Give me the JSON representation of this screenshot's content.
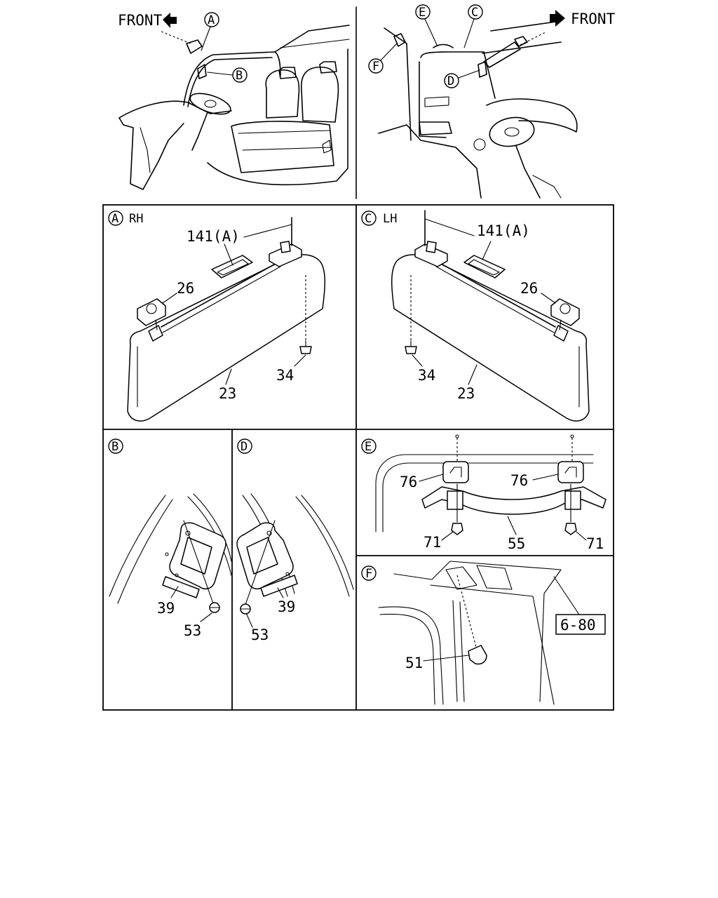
{
  "top_left": {
    "front_label": "FRONT",
    "callouts": [
      "A",
      "B"
    ]
  },
  "top_right": {
    "front_label": "FRONT",
    "callouts": [
      "E",
      "C",
      "F",
      "D"
    ]
  },
  "panel_a": {
    "letter": "A",
    "side": "RH",
    "parts": {
      "cover": "141(A)",
      "clip": "26",
      "screw": "34",
      "visor": "23"
    }
  },
  "panel_c": {
    "letter": "C",
    "side": "LH",
    "parts": {
      "cover": "141(A)",
      "clip": "26",
      "screw": "34",
      "visor": "23"
    }
  },
  "panel_b": {
    "letter": "B",
    "parts": {
      "bracket": "39",
      "screw": "53"
    }
  },
  "panel_d": {
    "letter": "D",
    "parts": {
      "bracket": "39",
      "screw": "53"
    }
  },
  "panel_e": {
    "letter": "E",
    "parts": {
      "cap_left": "76",
      "cap_right": "76",
      "screw_left": "71",
      "screw_right": "71",
      "grip": "55"
    }
  },
  "panel_f": {
    "letter": "F",
    "parts": {
      "hook": "51",
      "reference": "6-80"
    }
  }
}
